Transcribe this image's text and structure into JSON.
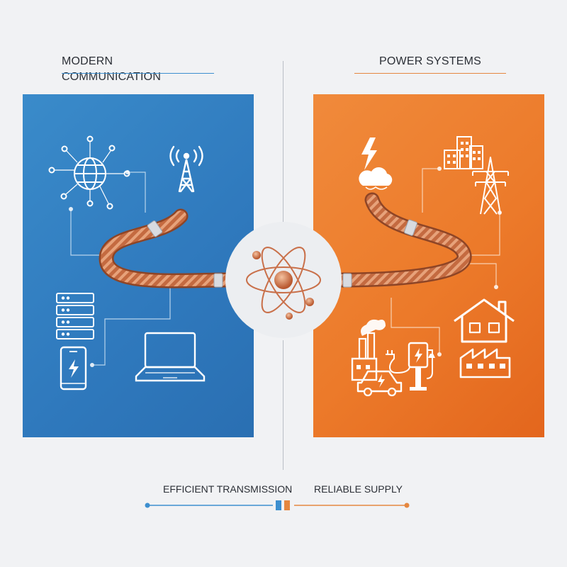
{
  "headings": {
    "left": "MODERN COMMUNICATION",
    "right": "POWER SYSTEMS"
  },
  "footer": {
    "left": "EFFICIENT TRANSMISSION",
    "right": "RELIABLE SUPPLY"
  },
  "colors": {
    "communication_blue": "#2f7dc0",
    "power_orange": "#ec7a2a",
    "copper": "#c9704a",
    "background": "#f1f2f4"
  },
  "icons": {
    "left": [
      "globe-network-icon",
      "radio-tower-icon",
      "server-rack-icon",
      "smartphone-charging-icon",
      "laptop-icon"
    ],
    "center": "atom-icon",
    "right": [
      "lightning-cloud-icon",
      "city-buildings-icon",
      "power-pylon-icon",
      "house-icon",
      "factory-icon",
      "power-plant-icon",
      "electric-car-icon",
      "charging-station-icon"
    ]
  }
}
